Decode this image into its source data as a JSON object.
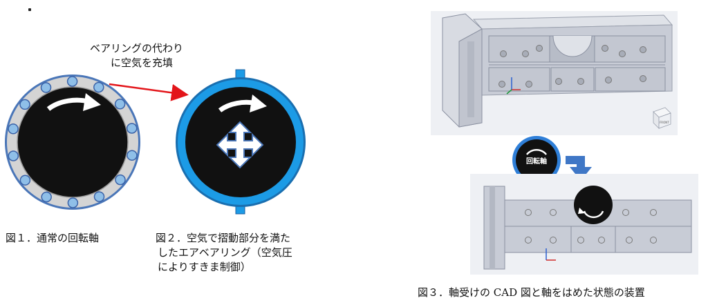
{
  "annotation": {
    "line1": "ベアリングの代わり",
    "line2": "に空気を充填"
  },
  "figure1": {
    "caption": "図１．通常の回転軸"
  },
  "figure2": {
    "caption_line1": "図２．空気で摺動部分を満た",
    "caption_line2": "したエアベアリング（空気圧",
    "caption_line3": "によりすきま制御）"
  },
  "figure3": {
    "caption": "図３．軸受けの CAD 図と軸をはめた状態の装置",
    "shaft_label": "回転軸",
    "viewcube_label": "FRONT"
  },
  "colors": {
    "air_blue": "#1c9be6",
    "ring_gray": "#d4d4d4",
    "ball_blue": "#8fbfe8",
    "arrow_red": "#e3151a",
    "arrow_blue": "#3f77c6",
    "cad_gray": "#c8ccd6",
    "cad_dark": "#9aa0ad"
  }
}
